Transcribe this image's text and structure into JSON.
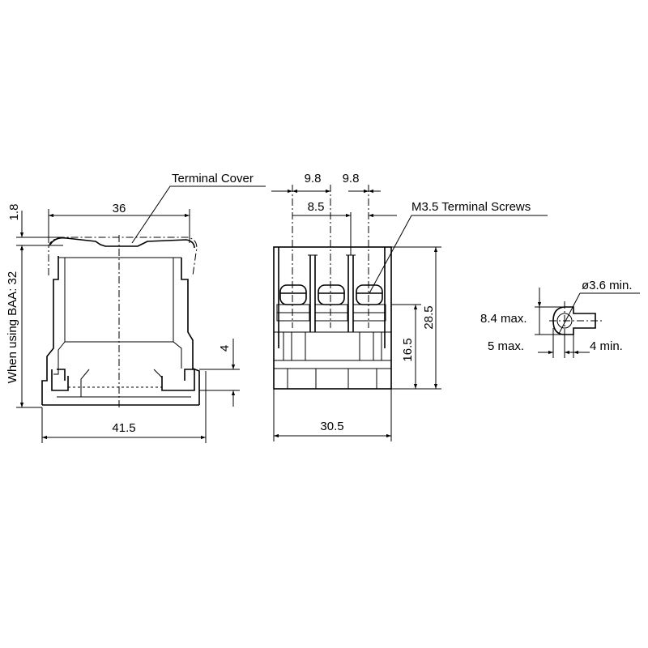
{
  "diagram": {
    "side_view": {
      "label_terminal_cover": "Terminal Cover",
      "dim_width_top": "36",
      "dim_width_bottom": "41.5",
      "dim_cover_offset": "1.8",
      "dim_height_baa": "When using BAA: 32",
      "dim_rail_height": "4"
    },
    "front_view": {
      "dim_pitch_left": "9.8",
      "dim_pitch_right": "9.8",
      "dim_pitch_inner": "8.5",
      "label_screws": "M3.5 Terminal Screws",
      "dim_height_total": "28.5",
      "dim_height_screw": "16.5",
      "dim_width": "30.5"
    },
    "terminal_lug": {
      "dim_hole": "ø3.6 min.",
      "dim_width": "8.4 max.",
      "dim_tip": "5 max.",
      "dim_neck": "4 min."
    }
  }
}
